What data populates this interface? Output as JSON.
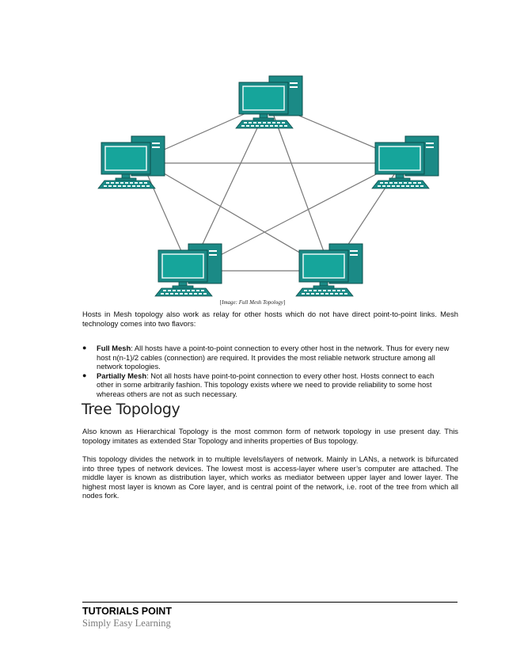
{
  "figure": {
    "caption_image": "Image: Full Mesh Topology",
    "computer_color": "#1b8a86",
    "screen_color": "#16a59b",
    "hosts": [
      "computer-top",
      "computer-left",
      "computer-right",
      "computer-bottom-left",
      "computer-bottom-right"
    ]
  },
  "intro": {
    "text": "Hosts in Mesh topology also work as relay for other hosts which do not have direct point-to-point links. Mesh technology comes into two flavors:"
  },
  "bullets": [
    {
      "term": "Full Mesh",
      "text": ": All hosts have a point-to-point connection to every other host in the network. Thus for every new host n(n-1)/2 cables (connection) are required. It provides the most reliable network structure among all network topologies."
    },
    {
      "term": "Partially Mesh",
      "text": ": Not all hosts have point-to-point connection to every other host. Hosts connect to each other in some arbitrarily fashion. This topology exists where we need to provide reliability to some host whereas others are not as such necessary."
    }
  ],
  "tree": {
    "heading": "Tree Topology",
    "para1": "Also known as Hierarchical Topology is the most common form of network topology in use present day. This topology imitates as extended Star Topology and inherits properties of Bus topology.",
    "para2": "This topology divides the network in to multiple levels/layers of network. Mainly in LANs, a network is bifurcated into three types of network devices. The lowest most is access-layer where user’s computer are attached. The middle layer is known as distribution layer, which works as mediator between upper layer and lower layer. The highest most layer is known as Core layer, and is central point of the network, i.e. root of the tree from which all nodes fork."
  },
  "footer": {
    "brand": "TUTORIALS POINT",
    "tagline": "Simply Easy Learning"
  }
}
